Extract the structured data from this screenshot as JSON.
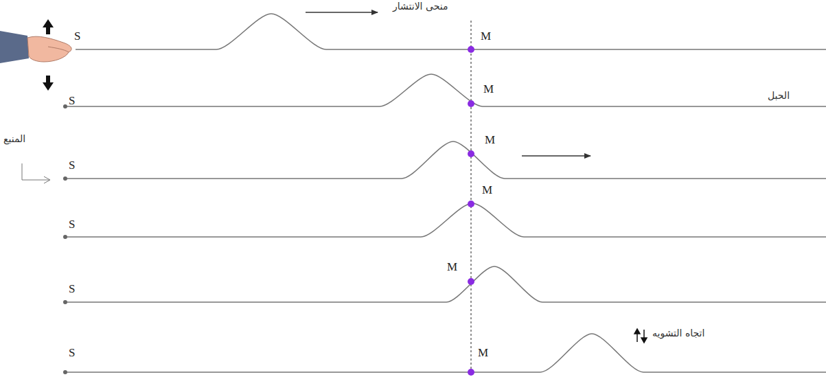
{
  "diagram": {
    "labels": [
      "منحى الانتشار",
      "M",
      "S",
      "M",
      "S",
      "الحبل",
      "المنبع",
      "M",
      "S",
      "M",
      "S",
      "M",
      "S",
      "اتجاه التشويه",
      "M",
      "S"
    ]
  }
}
